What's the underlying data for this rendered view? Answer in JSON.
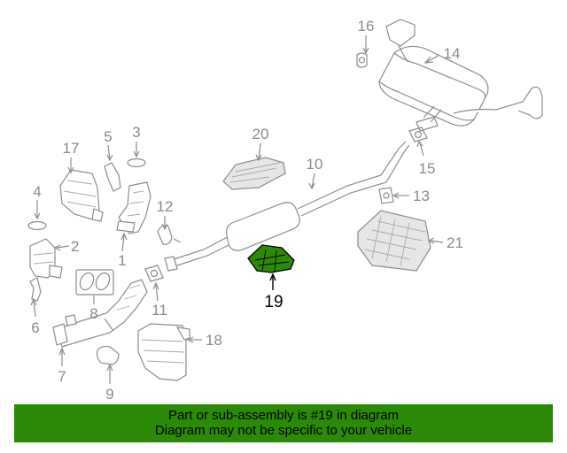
{
  "diagram": {
    "highlight_color": "#2b8a06",
    "callouts": {
      "c1": "1",
      "c2": "2",
      "c3": "3",
      "c4": "4",
      "c5": "5",
      "c6": "6",
      "c7": "7",
      "c8": "8",
      "c9": "9",
      "c10": "10",
      "c11": "11",
      "c12": "12",
      "c13": "13",
      "c14": "14",
      "c15": "15",
      "c16": "16",
      "c17": "17",
      "c18": "18",
      "c19": "19",
      "c20": "20",
      "c21": "21"
    },
    "highlighted_part": "19"
  },
  "banner": {
    "color": "#2b8a06",
    "line1": "Part or sub-assembly is #19 in diagram",
    "line2": "Diagram may not be specific to your vehicle"
  }
}
